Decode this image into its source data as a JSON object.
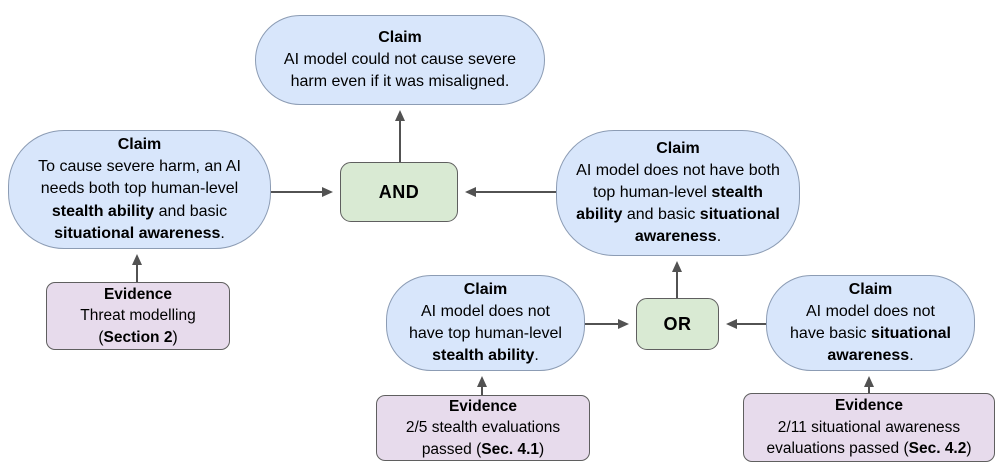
{
  "diagram": {
    "colors": {
      "claim_fill": "#d8e6fb",
      "claim_border": "#8c9cb4",
      "gate_fill": "#d9ead3",
      "evidence_fill": "#e7dbec",
      "box_border": "#5f5f5f",
      "arrow": "#525252"
    },
    "nodes": {
      "claim_top": {
        "label": "Claim",
        "body": [
          {
            "t": "AI model could not cause severe"
          },
          {
            "br": true
          },
          {
            "t": "harm even if it was misaligned."
          }
        ]
      },
      "claim_left": {
        "label": "Claim",
        "body": [
          {
            "t": "To cause severe harm, an AI"
          },
          {
            "br": true
          },
          {
            "t": "needs both top human-level"
          },
          {
            "br": true
          },
          {
            "t": "stealth ability",
            "b": true
          },
          {
            "t": " and basic"
          },
          {
            "br": true
          },
          {
            "t": "situational awareness",
            "b": true
          },
          {
            "t": "."
          }
        ]
      },
      "gate_and": {
        "label": "AND"
      },
      "claim_right": {
        "label": "Claim",
        "body": [
          {
            "t": "AI model does not have both"
          },
          {
            "br": true
          },
          {
            "t": "top human-level "
          },
          {
            "t": "stealth",
            "b": true
          },
          {
            "br": true
          },
          {
            "t": "ability",
            "b": true
          },
          {
            "t": " and basic "
          },
          {
            "t": "situational",
            "b": true
          },
          {
            "br": true
          },
          {
            "t": "awareness",
            "b": true
          },
          {
            "t": "."
          }
        ]
      },
      "evidence_left": {
        "label": "Evidence",
        "body": [
          {
            "t": "Threat modelling"
          },
          {
            "br": true
          },
          {
            "t": "("
          },
          {
            "t": "Section 2",
            "b": true
          },
          {
            "t": ")"
          }
        ]
      },
      "claim_mid": {
        "label": "Claim",
        "body": [
          {
            "t": "AI model does not"
          },
          {
            "br": true
          },
          {
            "t": "have top human-level"
          },
          {
            "br": true
          },
          {
            "t": "stealth ability",
            "b": true
          },
          {
            "t": "."
          }
        ]
      },
      "gate_or": {
        "label": "OR"
      },
      "claim_bottom_right": {
        "label": "Claim",
        "body": [
          {
            "t": "AI model does not"
          },
          {
            "br": true
          },
          {
            "t": "have basic "
          },
          {
            "t": "situational",
            "b": true
          },
          {
            "br": true
          },
          {
            "t": "awareness",
            "b": true
          },
          {
            "t": "."
          }
        ]
      },
      "evidence_mid": {
        "label": "Evidence",
        "body": [
          {
            "t": "2/5 stealth evaluations"
          },
          {
            "br": true
          },
          {
            "t": "passed ("
          },
          {
            "t": "Sec. 4.1",
            "b": true
          },
          {
            "t": ")"
          }
        ]
      },
      "evidence_right": {
        "label": "Evidence",
        "body": [
          {
            "t": "2/11 situational awareness"
          },
          {
            "br": true
          },
          {
            "t": "evaluations passed ("
          },
          {
            "t": "Sec. 4.2",
            "b": true
          },
          {
            "t": ")"
          }
        ]
      }
    },
    "edges": [
      {
        "from": "claim_left",
        "to": "gate_and"
      },
      {
        "from": "claim_right",
        "to": "gate_and"
      },
      {
        "from": "gate_and",
        "to": "claim_top"
      },
      {
        "from": "evidence_left",
        "to": "claim_left"
      },
      {
        "from": "claim_mid",
        "to": "gate_or"
      },
      {
        "from": "claim_bottom_right",
        "to": "gate_or"
      },
      {
        "from": "gate_or",
        "to": "claim_right"
      },
      {
        "from": "evidence_mid",
        "to": "claim_mid"
      },
      {
        "from": "evidence_right",
        "to": "claim_bottom_right"
      }
    ]
  }
}
